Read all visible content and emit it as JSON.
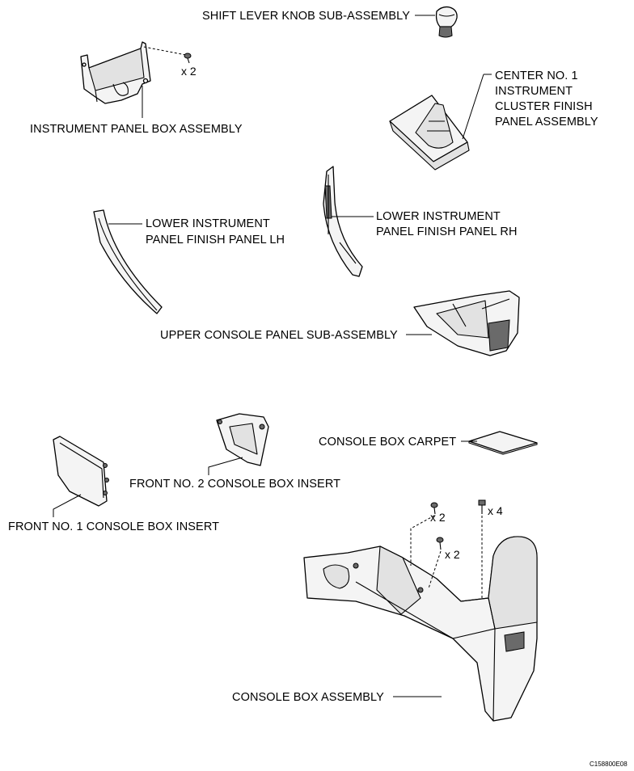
{
  "labels": {
    "shift_knob": "SHIFT LEVER KNOB SUB-ASSEMBLY",
    "instrument_box": "INSTRUMENT PANEL BOX ASSEMBLY",
    "center_cluster_l1": "CENTER NO. 1",
    "center_cluster_l2": "INSTRUMENT",
    "center_cluster_l3": "CLUSTER FINISH",
    "center_cluster_l4": "PANEL ASSEMBLY",
    "lower_lh_l1": "LOWER INSTRUMENT",
    "lower_lh_l2": "PANEL FINISH PANEL LH",
    "lower_rh_l1": "LOWER INSTRUMENT",
    "lower_rh_l2": "PANEL FINISH PANEL RH",
    "upper_console": "UPPER CONSOLE PANEL SUB-ASSEMBLY",
    "carpet": "CONSOLE BOX CARPET",
    "front_no2": "FRONT NO. 2 CONSOLE BOX INSERT",
    "front_no1": "FRONT NO. 1 CONSOLE BOX INSERT",
    "console_box": "CONSOLE BOX ASSEMBLY"
  },
  "quantities": {
    "instrument_box_screws": "x 2",
    "console_screws_a": "x 2",
    "console_screws_b": "x 2",
    "console_bolts": "x 4"
  },
  "figure_code": "C158800E08"
}
